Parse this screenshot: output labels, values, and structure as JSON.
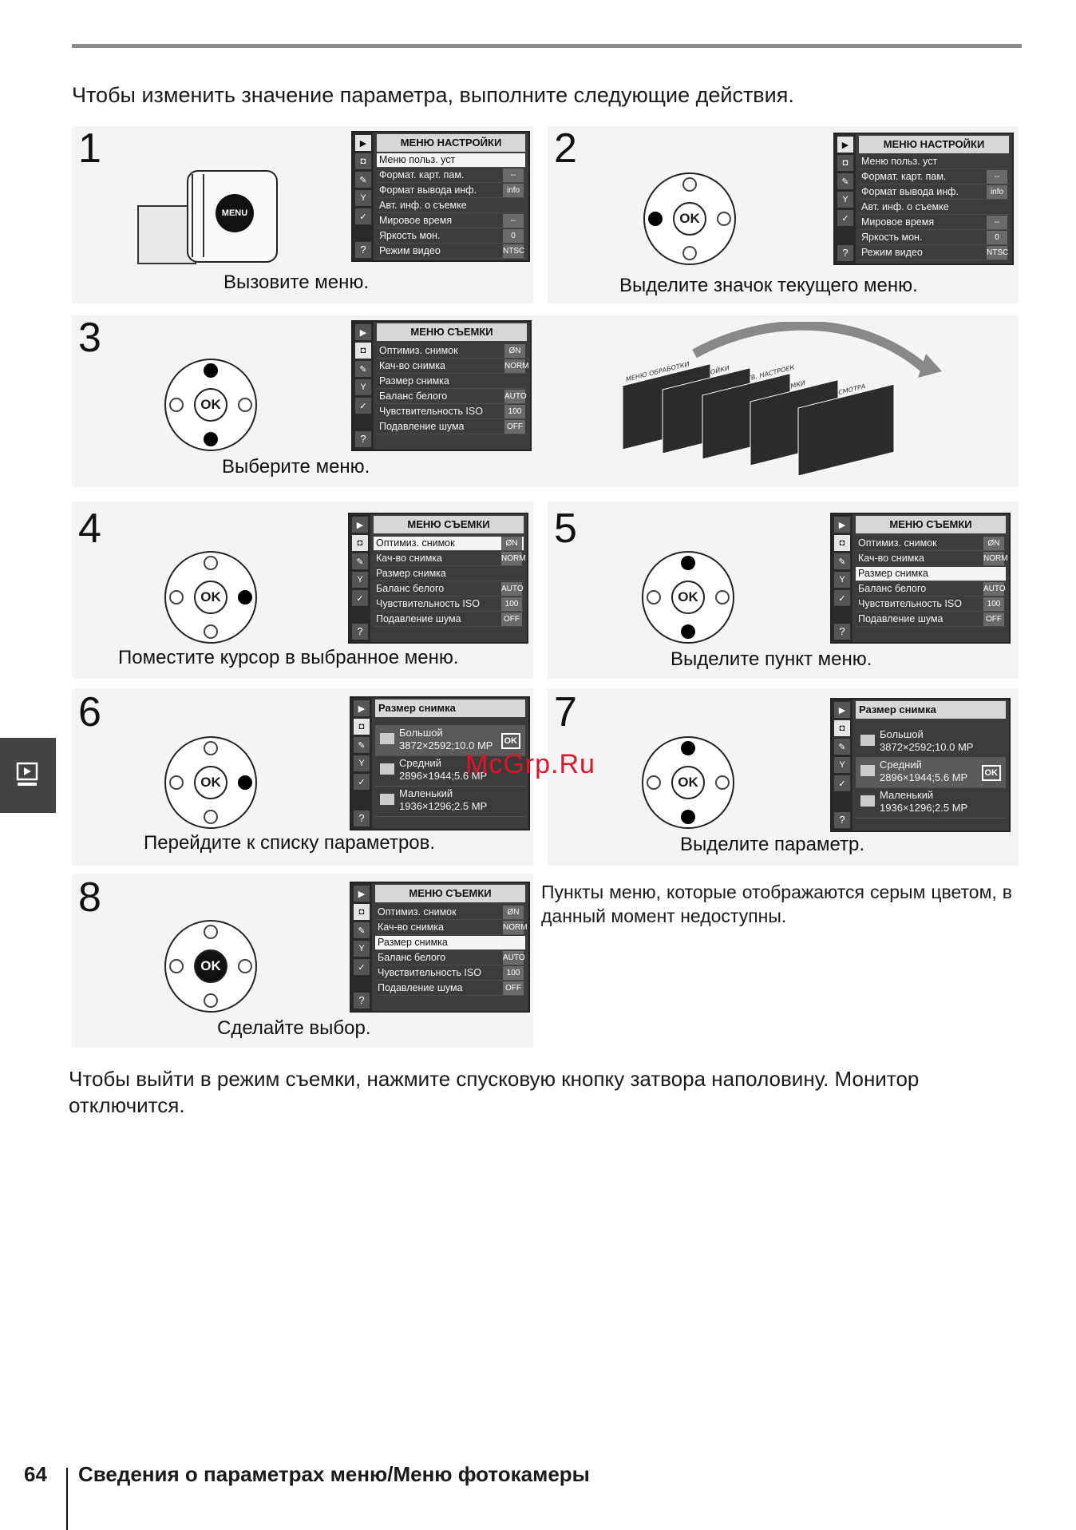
{
  "intro": "Чтобы изменить значение параметра, выполните следующие действия.",
  "menus": {
    "setup": {
      "title": "МЕНЮ НАСТРОЙКИ",
      "items": [
        {
          "label": "Меню польз. уст",
          "value": ""
        },
        {
          "label": "Формат. карт. пам.",
          "value": "--"
        },
        {
          "label": "Формат вывода инф.",
          "value": "info"
        },
        {
          "label": "Авт. инф. о съемке",
          "value": ""
        },
        {
          "label": "Мировое время",
          "value": "--"
        },
        {
          "label": "Яркость мон.",
          "value": "0"
        },
        {
          "label": "Режим видео",
          "value": "NTSC"
        }
      ]
    },
    "shooting": {
      "title": "МЕНЮ СЪЕМКИ",
      "items": [
        {
          "label": "Оптимиз. снимок",
          "value": "ØN"
        },
        {
          "label": "Кач-во снимка",
          "value": "NORM"
        },
        {
          "label": "Размер снимка",
          "value": ""
        },
        {
          "label": "Баланс белого",
          "value": "AUTO"
        },
        {
          "label": "Чувствительность ISO",
          "value": "100"
        },
        {
          "label": "Подавление шума",
          "value": "OFF"
        }
      ]
    },
    "size": {
      "title": "Размер снимка",
      "options": [
        {
          "name": "Большой",
          "detail": "3872×2592;10.0 MP"
        },
        {
          "name": "Средний",
          "detail": "2896×1944;5.6 MP"
        },
        {
          "name": "Маленький",
          "detail": "1936×1296;2.5 MP"
        }
      ]
    }
  },
  "steps": [
    {
      "num": "1",
      "caption": "Вызовите меню."
    },
    {
      "num": "2",
      "caption": "Выделите значок текущего меню."
    },
    {
      "num": "3",
      "caption": "Выберите меню."
    },
    {
      "num": "4",
      "caption": "Поместите курсор в выбранное меню."
    },
    {
      "num": "5",
      "caption": "Выделите пункт меню."
    },
    {
      "num": "6",
      "caption": "Перейдите к списку параметров."
    },
    {
      "num": "7",
      "caption": "Выделите параметр."
    },
    {
      "num": "8",
      "caption": "Сделайте выбор."
    }
  ],
  "ok_label": "OK",
  "menu_button_label": "MENU",
  "menu_stack": [
    "МЕНЮ ОБРАБОТКИ",
    "МЕНЮ НАСТРОЙКИ",
    "МЕНЮ СОБСТВ. НАСТРОЕК",
    "МЕНЮ СЪЕМКИ",
    "МЕНЮ ПРОСМОТРА"
  ],
  "note": "Пункты меню, которые отображаются серым цветом, в данный момент недоступны.",
  "outro": "Чтобы выйти в режим съемки, нажмите спусковую кнопку затвора наполовину. Монитор отключится.",
  "watermark": "McGrp.Ru",
  "footer": {
    "page": "64",
    "title": "Сведения о параметрах меню/Меню фотокамеры"
  },
  "colors": {
    "accent": "#d8182b",
    "screen": "#3c3c3c"
  }
}
